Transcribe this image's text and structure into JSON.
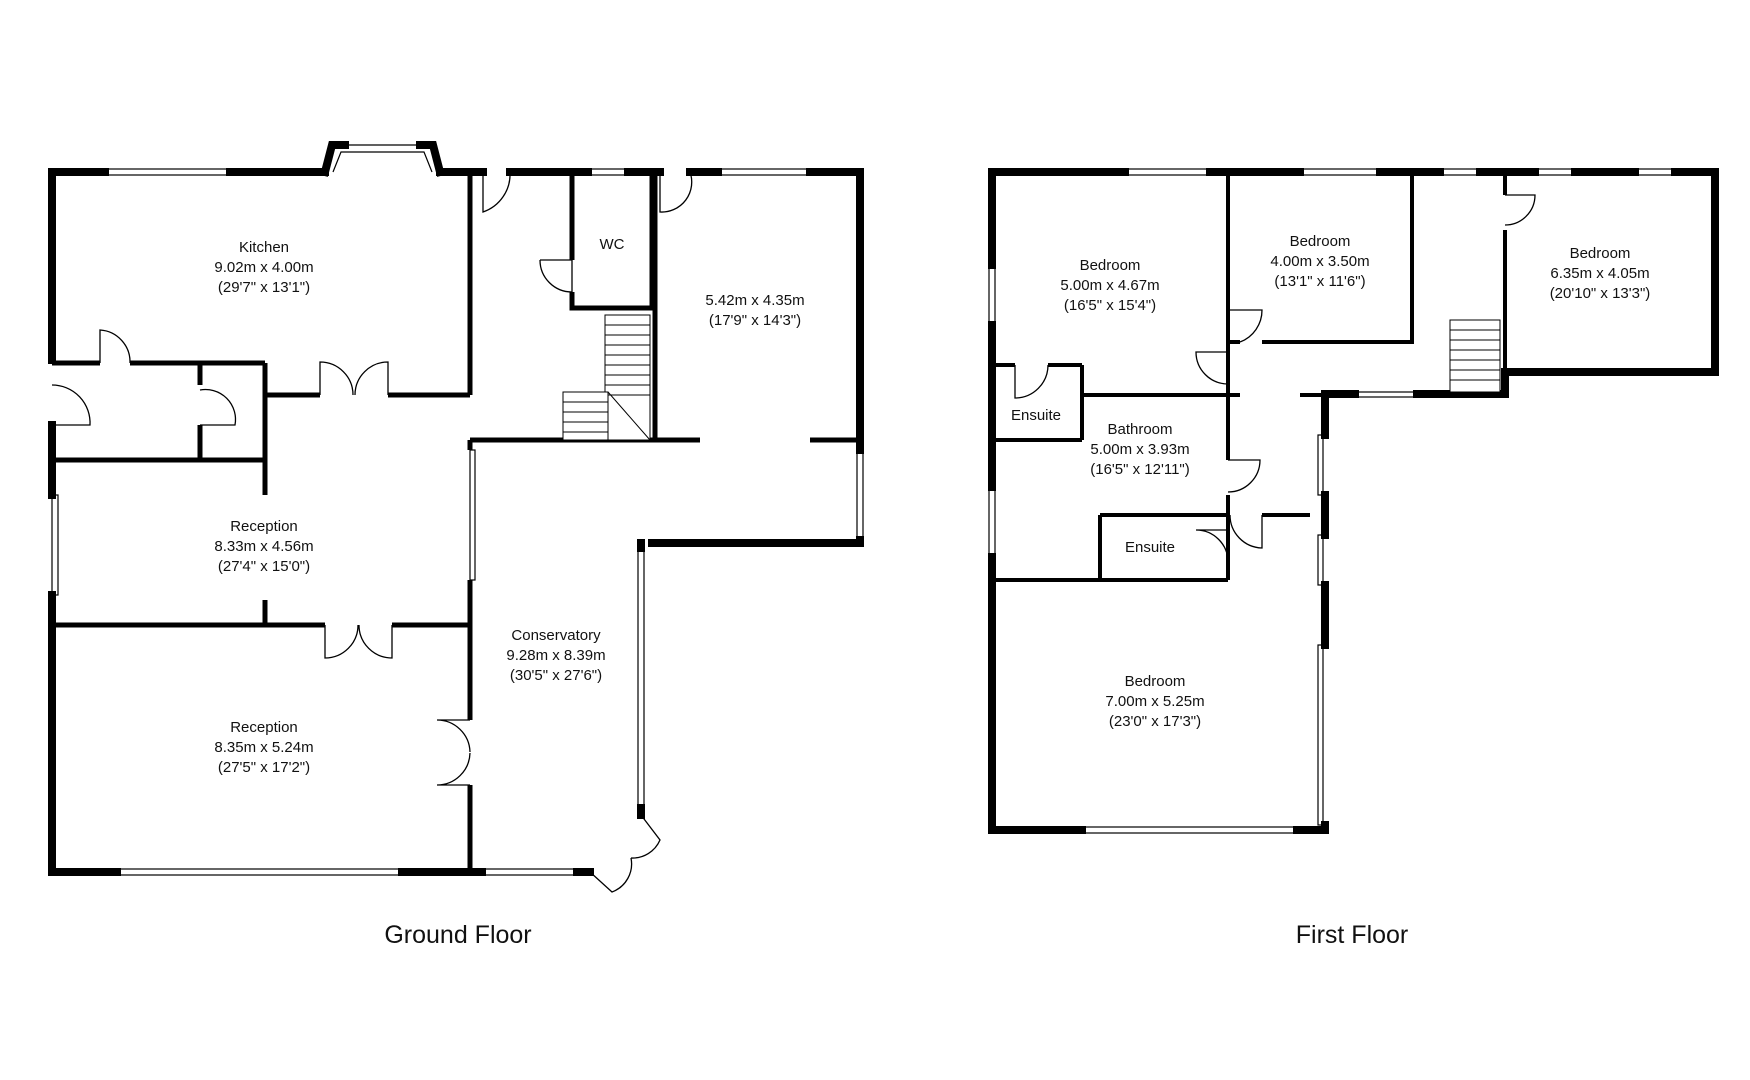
{
  "ground_floor": {
    "title": "Ground Floor",
    "rooms": [
      {
        "id": "kitchen",
        "name": "Kitchen",
        "metric": "9.02m x 4.00m",
        "imperial": "(29'7\" x 13'1\")"
      },
      {
        "id": "wc",
        "name": "WC"
      },
      {
        "id": "room-ne",
        "name": "",
        "metric": "5.42m x 4.35m",
        "imperial": "(17'9\" x 14'3\")"
      },
      {
        "id": "reception-1",
        "name": "Reception",
        "metric": "8.33m x 4.56m",
        "imperial": "(27'4\" x 15'0\")"
      },
      {
        "id": "reception-2",
        "name": "Reception",
        "metric": "8.35m x 5.24m",
        "imperial": "(27'5\" x 17'2\")"
      },
      {
        "id": "conservatory",
        "name": "Conservatory",
        "metric": "9.28m x 8.39m",
        "imperial": "(30'5\" x 27'6\")"
      }
    ]
  },
  "first_floor": {
    "title": "First Floor",
    "rooms": [
      {
        "id": "bedroom-1",
        "name": "Bedroom",
        "metric": "5.00m x 4.67m",
        "imperial": "(16'5\" x 15'4\")"
      },
      {
        "id": "bedroom-2",
        "name": "Bedroom",
        "metric": "4.00m x 3.50m",
        "imperial": "(13'1\" x 11'6\")"
      },
      {
        "id": "bedroom-3",
        "name": "Bedroom",
        "metric": "6.35m x 4.05m",
        "imperial": "(20'10\" x 13'3\")"
      },
      {
        "id": "ensuite-1",
        "name": "Ensuite"
      },
      {
        "id": "bathroom",
        "name": "Bathroom",
        "metric": "5.00m x 3.93m",
        "imperial": "(16'5\" x 12'11\")"
      },
      {
        "id": "ensuite-2",
        "name": "Ensuite"
      },
      {
        "id": "bedroom-4",
        "name": "Bedroom",
        "metric": "7.00m x 5.25m",
        "imperial": "(23'0\" x 17'3\")"
      }
    ]
  }
}
